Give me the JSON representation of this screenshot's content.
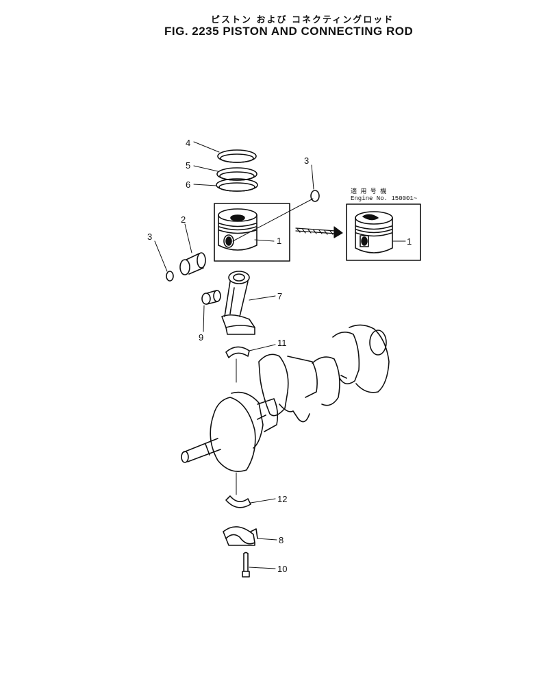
{
  "header": {
    "title_jp": "ピストン および コネクティングロッド",
    "title_en": "FIG. 2235  PISTON AND CONNECTING ROD"
  },
  "note": {
    "line1": "適 用 号 機",
    "line2": "Engine  No. 150001~"
  },
  "callouts": {
    "c1a": "1",
    "c1b": "1",
    "c2": "2",
    "c3a": "3",
    "c3b": "3",
    "c4": "4",
    "c5": "5",
    "c6": "6",
    "c7": "7",
    "c8": "8",
    "c9": "9",
    "c10": "10",
    "c11": "11",
    "c12": "12"
  }
}
